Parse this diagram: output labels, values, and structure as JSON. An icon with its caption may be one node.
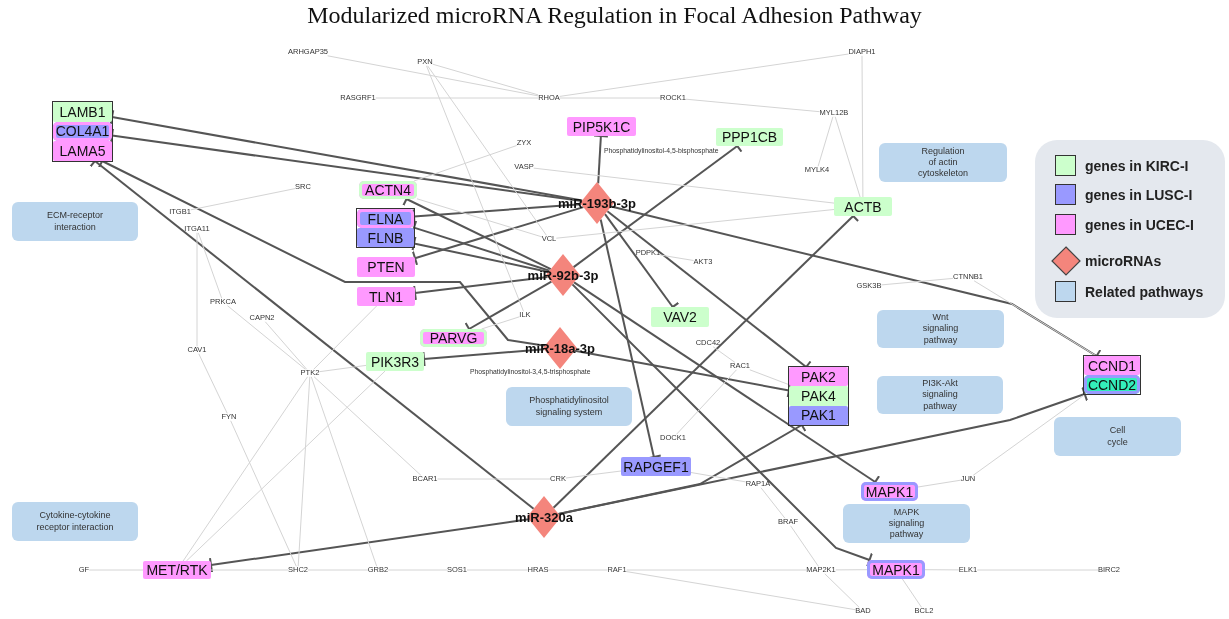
{
  "diagram": {
    "title": "Modularized microRNA Regulation in Focal Adhesion Pathway",
    "nodes": [
      {
        "text": [
          "ARHGAP35"
        ]
      },
      {
        "text": [
          "PXN"
        ]
      },
      {
        "text": [
          "DIAPH1"
        ]
      },
      {
        "text": [
          "RASGRF1"
        ]
      },
      {
        "text": [
          "RHOA"
        ]
      },
      {
        "text": [
          "ROCK1"
        ]
      },
      {
        "text": [
          "MYL12B"
        ]
      },
      {
        "text": [],
        "shape": "box"
      },
      {
        "text": [
          "LAMB1"
        ],
        "in": 7
      },
      {
        "text": [
          "COL4A1"
        ],
        "in": 7
      },
      {
        "text": [
          "LAMA5"
        ],
        "in": 7
      },
      {
        "text": [
          "PIP5K1C"
        ]
      },
      {
        "text": [
          "PPP1CB"
        ]
      },
      {
        "text": [
          "Regulation of actin cytoskeleton"
        ]
      },
      {
        "text": [
          "ZYX"
        ]
      },
      {
        "text": [
          "VASP"
        ]
      },
      {
        "text": [
          "MYLK4"
        ]
      },
      {
        "text": [
          "ACTN4"
        ]
      },
      {
        "text": [
          "SRC"
        ]
      },
      {
        "text": [
          "miR-193b-3p"
        ]
      },
      {
        "text": [
          "ACTB"
        ]
      },
      {
        "text": [
          "ECM-receptor interaction"
        ]
      },
      {
        "text": [
          "ITGB1"
        ]
      },
      {
        "text": [],
        "shape": "box"
      },
      {
        "text": [
          "FLNA"
        ],
        "in": 23
      },
      {
        "text": [
          "FLNB"
        ],
        "in": 23
      },
      {
        "text": [
          "ITGA11"
        ]
      },
      {
        "text": [
          "VCL"
        ]
      },
      {
        "text": [
          "PDPK1"
        ]
      },
      {
        "text": [
          "PTEN"
        ]
      },
      {
        "text": [
          "miR-92b-3p"
        ]
      },
      {
        "text": [
          "AKT3"
        ]
      },
      {
        "text": [
          "GSK3B"
        ]
      },
      {
        "text": [
          "CTNNB1"
        ]
      },
      {
        "text": [
          "TLN1"
        ]
      },
      {
        "text": [
          "PRKCA"
        ]
      },
      {
        "text": [
          "CAPN2"
        ]
      },
      {
        "text": [
          "VAV2"
        ]
      },
      {
        "text": [
          "Wnt signaling pathway"
        ]
      },
      {
        "text": [
          "ILK"
        ]
      },
      {
        "text": [
          "CDC42"
        ]
      },
      {
        "text": [
          "PARVG"
        ]
      },
      {
        "text": [
          "miR-18a-3p"
        ]
      },
      {
        "text": [
          "CAV1"
        ]
      },
      {
        "text": [],
        "shape": "box"
      },
      {
        "text": [
          "CCND1"
        ],
        "in": 44
      },
      {
        "text": [
          "CCND2"
        ],
        "in": 44
      },
      {
        "text": [
          "PIK3R3"
        ]
      },
      {
        "text": [],
        "shape": "box"
      },
      {
        "text": [
          "PAK2"
        ],
        "in": 48
      },
      {
        "text": [
          "PAK4"
        ],
        "in": 48
      },
      {
        "text": [
          "PAK1"
        ],
        "in": 48
      },
      {
        "text": [
          "PTK2"
        ]
      },
      {
        "text": [
          "RAC1"
        ]
      },
      {
        "text": [
          "PI3K-Akt signaling pathway"
        ]
      },
      {
        "text": [
          "Phosphatidylinositol signaling system"
        ]
      },
      {
        "text": [
          "FYN"
        ]
      },
      {
        "text": [
          "Cell cycle"
        ]
      },
      {
        "text": [
          "DOCK1"
        ]
      },
      {
        "text": [
          "RAPGEF1"
        ]
      },
      {
        "text": [
          "BCAR1"
        ]
      },
      {
        "text": [
          "CRK"
        ]
      },
      {
        "text": [
          "RAP1A"
        ]
      },
      {
        "text": [
          "JUN"
        ]
      },
      {
        "text": [
          "MAPK1"
        ]
      },
      {
        "text": [
          "Cytokine-cytokine receptor interaction"
        ]
      },
      {
        "text": [
          "MAPK signaling pathway"
        ]
      },
      {
        "text": [
          "miR-320a"
        ]
      },
      {
        "text": [
          "BRAF"
        ]
      },
      {
        "text": [
          "GF"
        ]
      },
      {
        "text": [
          "MET/RTK"
        ]
      },
      {
        "text": [
          "SHC2"
        ]
      },
      {
        "text": [
          "GRB2"
        ]
      },
      {
        "text": [
          "SOS1"
        ]
      },
      {
        "text": [
          "HRAS"
        ]
      },
      {
        "text": [
          "RAF1"
        ]
      },
      {
        "text": [
          "MAP2K1"
        ]
      },
      {
        "text": [
          "MAPK1"
        ]
      },
      {
        "text": [
          "ELK1"
        ]
      },
      {
        "text": [
          "BIRC2"
        ]
      },
      {
        "text": [
          "BAD"
        ]
      },
      {
        "text": [
          "BCL2"
        ]
      }
    ],
    "edges": [
      {
        "from": 19,
        "to": 8,
        "arrow": "other",
        "color": "#555555"
      },
      {
        "from": 19,
        "to": 9,
        "arrow": "other",
        "color": "#555555"
      },
      {
        "from": 42,
        "to": 10,
        "arrow": "other",
        "color": "#555555"
      },
      {
        "from": 67,
        "to": 10,
        "arrow": "other",
        "color": "#555555"
      },
      {
        "from": 19,
        "to": 11,
        "arrow": "other",
        "color": "#555555"
      },
      {
        "from": 30,
        "to": 12,
        "arrow": "other",
        "color": "#555555"
      },
      {
        "from": 30,
        "to": 17,
        "arrow": "other",
        "color": "#555555"
      },
      {
        "from": 19,
        "to": 24,
        "arrow": "other",
        "color": "#555555"
      },
      {
        "from": 30,
        "to": 24,
        "arrow": "other",
        "color": "#555555"
      },
      {
        "from": 30,
        "to": 25,
        "arrow": "other",
        "color": "#555555"
      },
      {
        "from": 19,
        "to": 29,
        "arrow": "other",
        "color": "#555555"
      },
      {
        "from": 30,
        "to": 34,
        "arrow": "other",
        "color": "#555555"
      },
      {
        "from": 19,
        "to": 37,
        "arrow": "other",
        "color": "#555555"
      },
      {
        "from": 30,
        "to": 41,
        "arrow": "other",
        "color": "#555555"
      },
      {
        "from": 42,
        "to": 47,
        "arrow": "other",
        "color": "#555555"
      },
      {
        "from": 19,
        "to": 49,
        "arrow": "other",
        "color": "#555555"
      },
      {
        "from": 42,
        "to": 50,
        "arrow": "other",
        "color": "#555555"
      },
      {
        "from": 67,
        "to": 51,
        "arrow": "other",
        "color": "#555555"
      },
      {
        "from": 19,
        "to": 45,
        "arrow": "other",
        "color": "#555555"
      },
      {
        "from": 67,
        "to": 46,
        "arrow": "other",
        "color": "#555555"
      },
      {
        "from": 19,
        "to": 59,
        "arrow": "other",
        "color": "#555555"
      },
      {
        "from": 30,
        "to": 64,
        "arrow": "other",
        "color": "#555555"
      },
      {
        "from": 30,
        "to": 77,
        "arrow": "other",
        "color": "#555555"
      },
      {
        "from": 67,
        "to": 20,
        "arrow": "other",
        "color": "#555555"
      },
      {
        "from": 67,
        "to": 70,
        "arrow": "other",
        "color": "#555555"
      },
      {
        "from": 0,
        "to": 4,
        "arrow": "none"
      },
      {
        "from": 3,
        "to": 4,
        "arrow": "none"
      },
      {
        "from": 1,
        "to": 4,
        "arrow": "none"
      },
      {
        "from": 4,
        "to": 5,
        "arrow": "none"
      },
      {
        "from": 4,
        "to": 2,
        "arrow": "none"
      },
      {
        "from": 5,
        "to": 6,
        "arrow": "none"
      },
      {
        "from": 2,
        "to": 20,
        "arrow": "none"
      },
      {
        "from": 6,
        "to": 20,
        "arrow": "none"
      },
      {
        "from": 16,
        "to": 6,
        "arrow": "none"
      },
      {
        "from": 1,
        "to": 27,
        "arrow": "none"
      },
      {
        "from": 1,
        "to": 39,
        "arrow": "none"
      },
      {
        "from": 28,
        "to": 31,
        "arrow": "none"
      },
      {
        "from": 32,
        "to": 33,
        "arrow": "none"
      },
      {
        "from": 33,
        "to": 45,
        "arrow": "none"
      },
      {
        "from": 22,
        "to": 18,
        "arrow": "none"
      },
      {
        "from": 26,
        "to": 43,
        "arrow": "none"
      },
      {
        "from": 43,
        "to": 56,
        "arrow": "none"
      },
      {
        "from": 56,
        "to": 71,
        "arrow": "none"
      },
      {
        "from": 52,
        "to": 35,
        "arrow": "none"
      },
      {
        "from": 52,
        "to": 36,
        "arrow": "none"
      },
      {
        "from": 52,
        "to": 47,
        "arrow": "none"
      },
      {
        "from": 52,
        "to": 70,
        "arrow": "none"
      },
      {
        "from": 52,
        "to": 71,
        "arrow": "none"
      },
      {
        "from": 52,
        "to": 72,
        "arrow": "none"
      },
      {
        "from": 52,
        "to": 60,
        "arrow": "none"
      },
      {
        "from": 52,
        "to": 34,
        "arrow": "none"
      },
      {
        "from": 26,
        "to": 35,
        "arrow": "none"
      },
      {
        "from": 47,
        "to": 70,
        "arrow": "none"
      },
      {
        "from": 69,
        "to": 70,
        "arrow": "none"
      },
      {
        "from": 70,
        "to": 71,
        "arrow": "none"
      },
      {
        "from": 71,
        "to": 72,
        "arrow": "none"
      },
      {
        "from": 72,
        "to": 73,
        "arrow": "none"
      },
      {
        "from": 73,
        "to": 74,
        "arrow": "none"
      },
      {
        "from": 74,
        "to": 75,
        "arrow": "none"
      },
      {
        "from": 75,
        "to": 76,
        "arrow": "none"
      },
      {
        "from": 76,
        "to": 77,
        "arrow": "none"
      },
      {
        "from": 77,
        "to": 78,
        "arrow": "none"
      },
      {
        "from": 78,
        "to": 79,
        "arrow": "none"
      },
      {
        "from": 76,
        "to": 80,
        "arrow": "none"
      },
      {
        "from": 77,
        "to": 81,
        "arrow": "none"
      },
      {
        "from": 75,
        "to": 80,
        "arrow": "none"
      },
      {
        "from": 60,
        "to": 61,
        "arrow": "none"
      },
      {
        "from": 61,
        "to": 59,
        "arrow": "none"
      },
      {
        "from": 59,
        "to": 62,
        "arrow": "none"
      },
      {
        "from": 62,
        "to": 68,
        "arrow": "none"
      },
      {
        "from": 68,
        "to": 76,
        "arrow": "none"
      },
      {
        "from": 58,
        "to": 53,
        "arrow": "none"
      },
      {
        "from": 53,
        "to": 48,
        "arrow": "none"
      },
      {
        "from": 40,
        "to": 53,
        "arrow": "none"
      },
      {
        "from": 64,
        "to": 63,
        "arrow": "none"
      },
      {
        "from": 63,
        "to": 44,
        "arrow": "none"
      },
      {
        "from": 39,
        "to": 41,
        "arrow": "none"
      },
      {
        "from": 27,
        "to": 17,
        "arrow": "none"
      },
      {
        "from": 14,
        "to": 17,
        "arrow": "none"
      },
      {
        "from": 15,
        "to": 20,
        "arrow": "none"
      },
      {
        "from": 27,
        "to": 20,
        "arrow": "none"
      }
    ],
    "labels": [
      "Phosphatidylinositol-4,5-bisphosphate",
      "Phosphatidylinositol-3,4,5-trisphosphate"
    ],
    "legend": [
      {
        "text": "genes in KIRC-I",
        "color": "#ccffcc"
      },
      {
        "text": "genes in LUSC-I",
        "color": "#9999ff"
      },
      {
        "text": "genes in UCEC-I",
        "color": "#ff99ff"
      },
      {
        "text": "microRNAs"
      },
      {
        "text": "Related pathways",
        "color": "#bdd7ee"
      }
    ]
  }
}
